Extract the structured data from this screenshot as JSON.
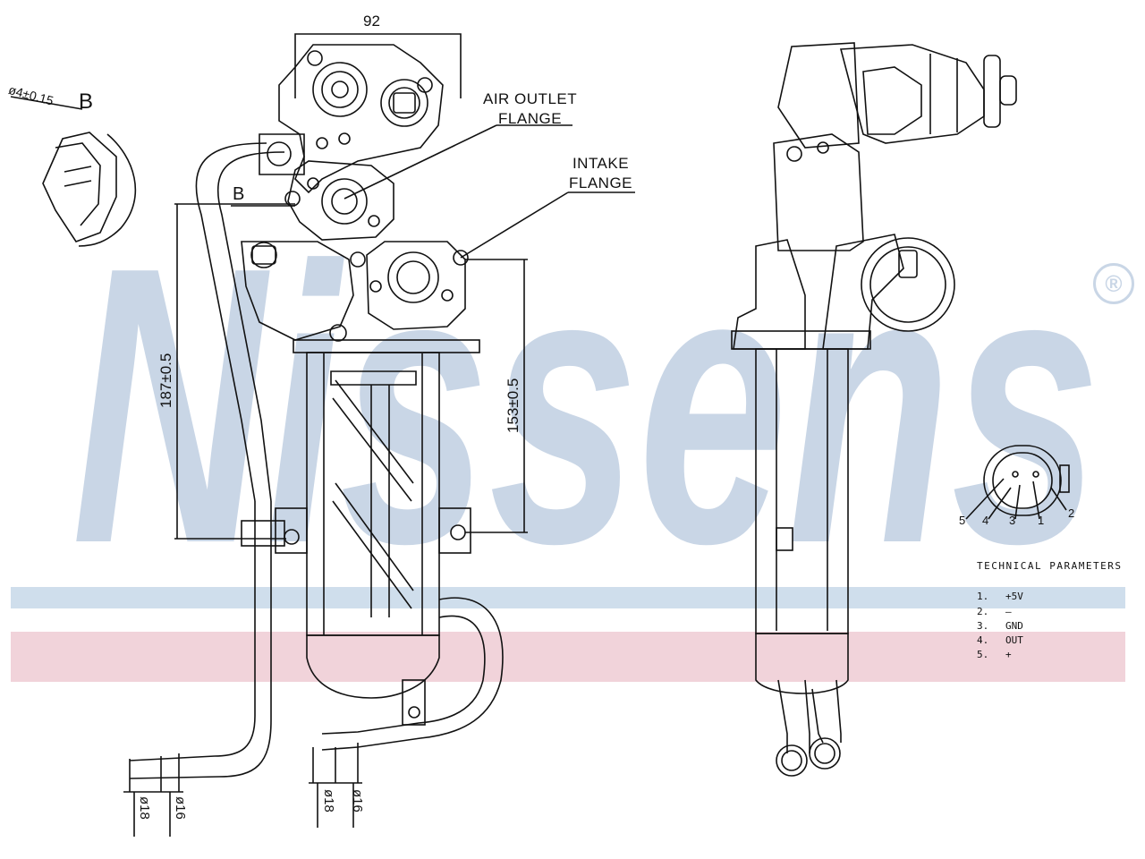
{
  "brand": {
    "watermark_text": "Nissens",
    "registered_mark": "®",
    "colors": {
      "watermark": "#c9d6e6",
      "stripe_blue": "#cfdeec",
      "stripe_pink": "#f1d3da",
      "line": "#111111"
    }
  },
  "callouts": {
    "air_outlet_line1": "AIR  OUTLET",
    "air_outlet_line2": "FLANGE",
    "intake_line1": "INTAKE",
    "intake_line2": "FLANGE"
  },
  "dimensions": {
    "width_top": "92",
    "height_left": "187±0.5",
    "height_right": "153±0.5",
    "detail_b_callout": "B",
    "detail_b_diameter": "ø4±0.15",
    "detail_b_letter": "B",
    "pipe_left_outer": "ø18",
    "pipe_left_inner": "ø16",
    "pipe_right_outer": "ø18",
    "pipe_right_inner": "ø16"
  },
  "connector_pins": [
    "5",
    "4",
    "3",
    "1",
    "2"
  ],
  "technical_parameters": {
    "title": "TECHNICAL  PARAMETERS",
    "rows": [
      {
        "num": "1.",
        "value": "+5V"
      },
      {
        "num": "2.",
        "value": "–"
      },
      {
        "num": "3.",
        "value": "GND"
      },
      {
        "num": "4.",
        "value": "OUT"
      },
      {
        "num": "5.",
        "value": "+"
      }
    ]
  }
}
